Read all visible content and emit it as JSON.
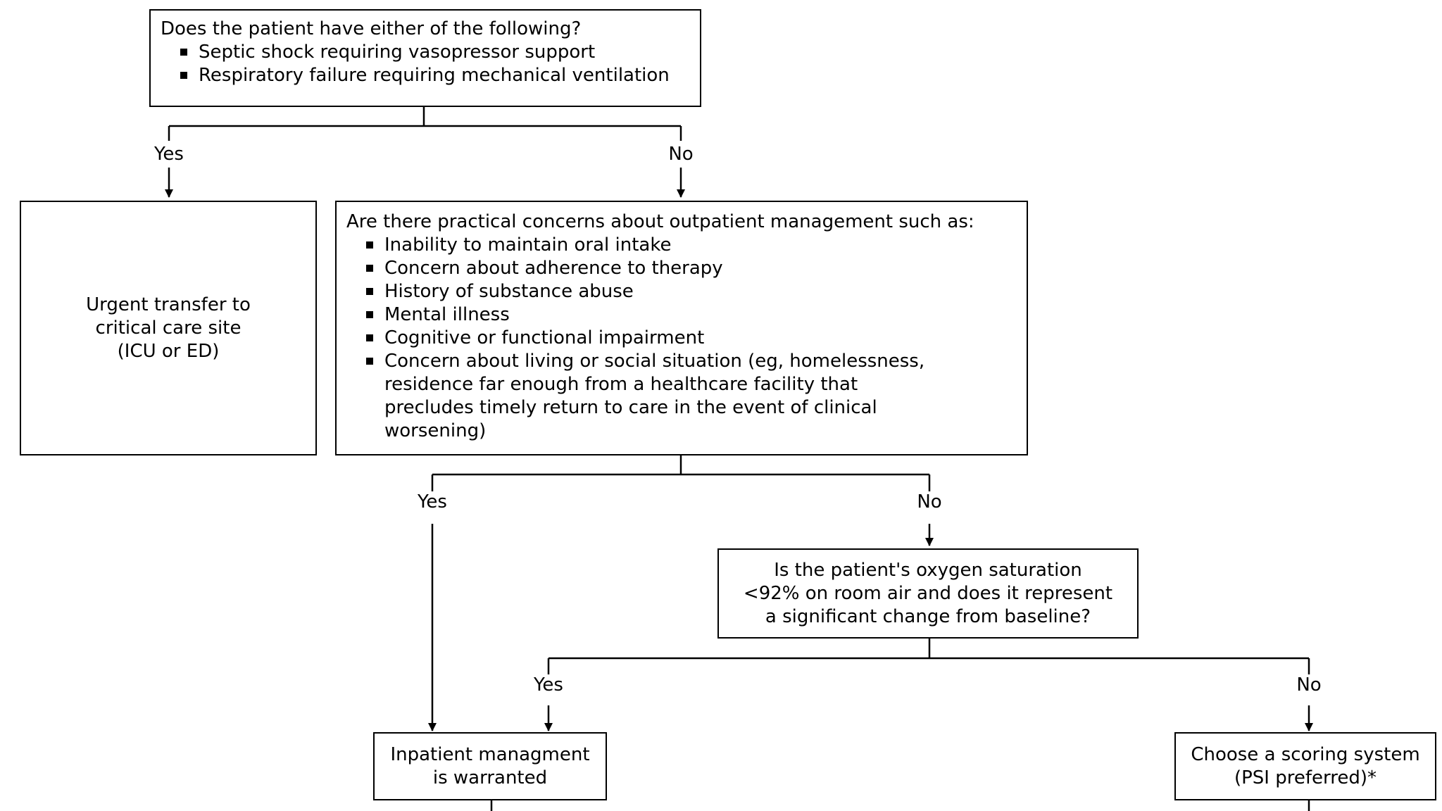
{
  "nodes": {
    "q1": {
      "question": "Does the patient have either of the following?",
      "bullets": [
        "Septic shock requiring vasopressor support",
        "Respiratory failure requiring mechanical ventilation"
      ]
    },
    "urgent": {
      "lines": [
        "Urgent transfer to",
        "critical care site",
        "(ICU or ED)"
      ]
    },
    "q2": {
      "question": "Are there practical concerns about outpatient management such as:",
      "bullets": [
        "Inability to maintain oral intake",
        "Concern about adherence to therapy",
        "History of substance abuse",
        "Mental illness",
        "Cognitive or functional impairment",
        "Concern about living or social situation (eg, homelessness, residence far enough from a healthcare facility that precludes timely return to care in the event of clinical worsening)"
      ]
    },
    "q3": {
      "lines": [
        "Is the patient's oxygen saturation",
        "<92% on room air and does it represent",
        "a significant change from baseline?"
      ]
    },
    "inpatient": {
      "lines": [
        "Inpatient managment",
        "is warranted"
      ]
    },
    "scoring": {
      "lines": [
        "Choose a scoring system",
        "(PSI preferred)*"
      ]
    }
  },
  "edges": {
    "q1_yes": "Yes",
    "q1_no": "No",
    "q2_yes": "Yes",
    "q2_no": "No",
    "q3_yes": "Yes",
    "q3_no": "No"
  }
}
